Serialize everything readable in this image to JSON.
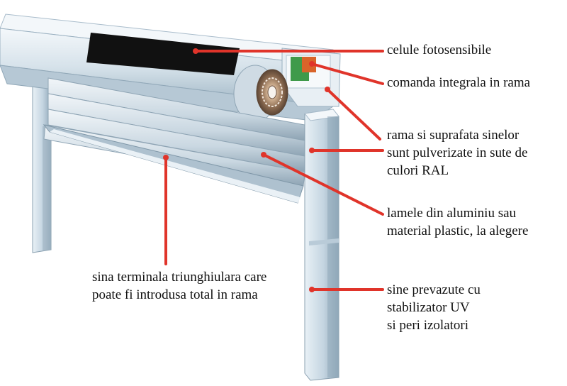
{
  "diagram": {
    "callouts": [
      {
        "id": "celule",
        "lines": [
          "celule fotosensibile"
        ]
      },
      {
        "id": "comanda",
        "lines": [
          "comanda integrala in rama"
        ]
      },
      {
        "id": "rama",
        "lines": [
          "rama si suprafata sinelor",
          "sunt pulverizate in sute de",
          "culori RAL"
        ]
      },
      {
        "id": "lamele",
        "lines": [
          "lamele din aluminiu sau",
          "material plastic, la alegere"
        ]
      },
      {
        "id": "sina-terminala",
        "lines": [
          "sina terminala triunghiulara care",
          "poate fi introdusa total in rama"
        ]
      },
      {
        "id": "sine",
        "lines": [
          "sine prevazute cu",
          "stabilizator UV",
          "si peri izolatori"
        ]
      }
    ],
    "colors": {
      "callout_line": "#e0342a",
      "frame_light": "#eef4f8",
      "frame_mid": "#b9cbd8",
      "frame_dark": "#7f97a8",
      "window_black": "#111111",
      "control_orange": "#d9642a",
      "control_green": "#3f9a4a",
      "roll_brown": "#8a6a50"
    }
  }
}
